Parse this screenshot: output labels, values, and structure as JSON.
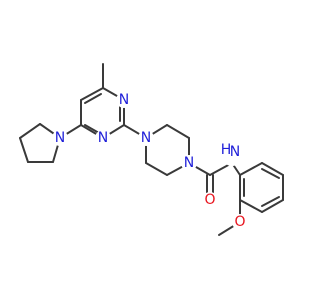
{
  "molecule": {
    "atom_colors": {
      "nitrogen": "#1f1fd9",
      "oxygen": "#e8141e",
      "carbon": "#3a3a3a"
    },
    "labels": {
      "pyrimidine_n_upper": "N",
      "pyrimidine_n_lower": "N",
      "pyrrolidine_n": "N",
      "piperazine_n_left": "N",
      "piperazine_n_right": "N",
      "amide_o": "O",
      "amide_n": "N",
      "amide_h": "H",
      "methoxy_o": "O"
    }
  }
}
